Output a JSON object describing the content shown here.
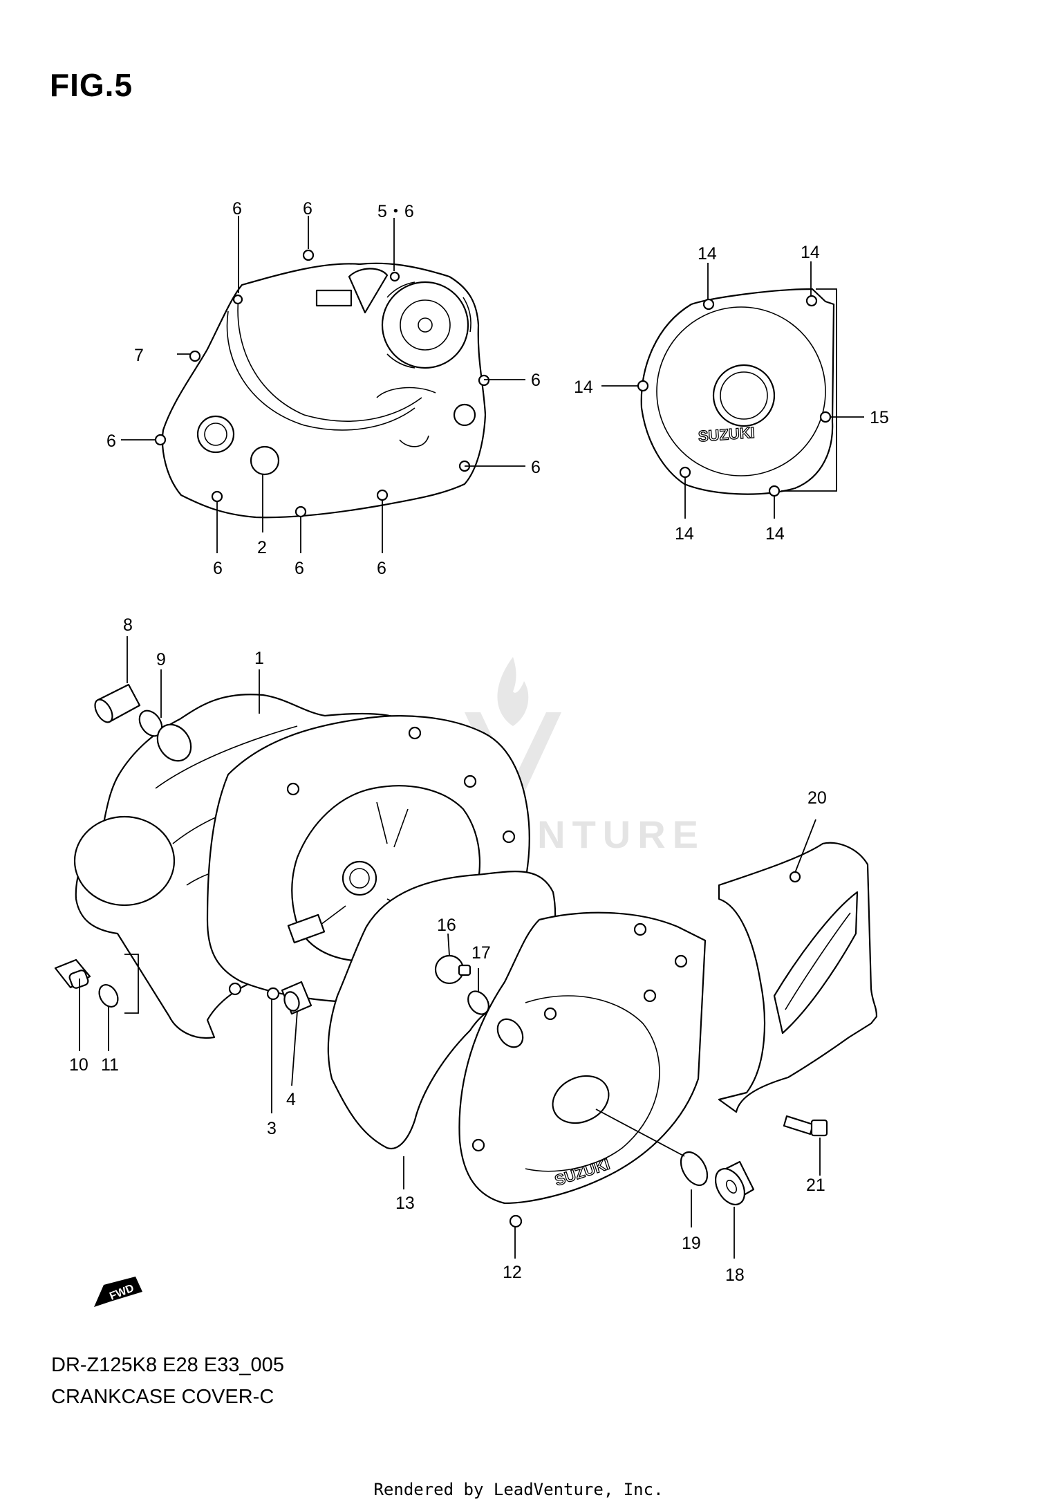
{
  "figure": {
    "title": "FIG.5",
    "model_code": "DR-Z125K8 E28 E33_005",
    "name": "CRANKCASE COVER-C"
  },
  "branding": {
    "rendered_by": "Rendered by LeadVenture, Inc.",
    "watermark_text": "LEADVENTURE",
    "embossed_brand": "SUZUKI",
    "direction_marker": "FWD"
  },
  "callouts": {
    "c1": "1",
    "c2": "2",
    "c3": "3",
    "c4": "4",
    "c56": "5・6",
    "c6a": "6",
    "c6b": "6",
    "c6c": "6",
    "c6d": "6",
    "c6e": "6",
    "c6f": "6",
    "c6g": "6",
    "c6h": "6",
    "c7": "7",
    "c8": "8",
    "c9": "9",
    "c10": "10",
    "c11": "11",
    "c12": "12",
    "c13": "13",
    "c14a": "14",
    "c14b": "14",
    "c14c": "14",
    "c14d": "14",
    "c14e": "14",
    "c15": "15",
    "c16": "16",
    "c17": "17",
    "c18": "18",
    "c19": "19",
    "c20": "20",
    "c21": "21"
  },
  "icons": {
    "watermark": "leadventure-flame-logo-icon",
    "direction": "fwd-arrow-icon"
  }
}
